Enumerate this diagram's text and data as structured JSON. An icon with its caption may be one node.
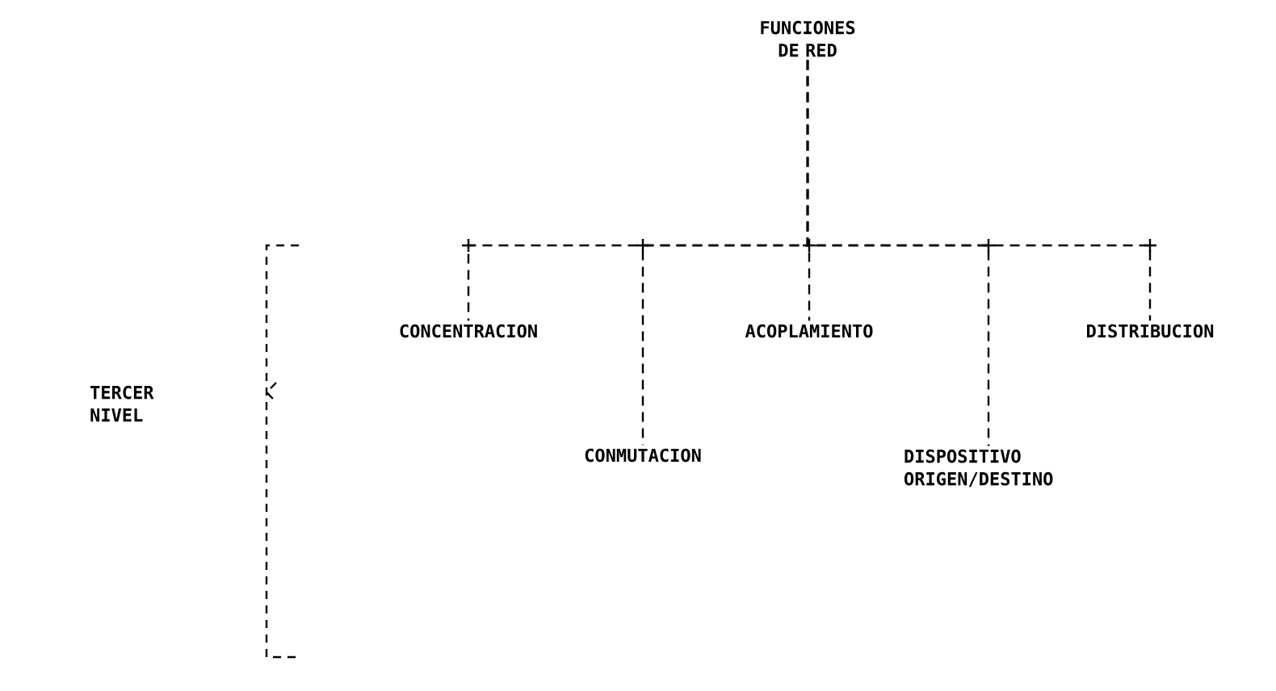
{
  "diagram": {
    "nodes": [
      {
        "text": [
          "FUNCIONES DE RED"
        ]
      },
      {
        "text": [
          "CONCENTRACION"
        ]
      },
      {
        "text": [
          "CONMUTACION"
        ]
      },
      {
        "text": [
          "ACOPLAMIENTO"
        ]
      },
      {
        "text": [
          "DISPOSITIVO ORIGEN/DESTINO"
        ]
      },
      {
        "text": [
          "DISTRIBUCION"
        ]
      }
    ],
    "edges": [
      {
        "from": 0,
        "to": 1,
        "arrow": "none",
        "style": "dashed"
      },
      {
        "from": 0,
        "to": 2,
        "arrow": "none",
        "style": "dashed"
      },
      {
        "from": 0,
        "to": 3,
        "arrow": "none",
        "style": "dashed"
      },
      {
        "from": 0,
        "to": 4,
        "arrow": "none",
        "style": "dashed"
      },
      {
        "from": 0,
        "to": 5,
        "arrow": "none",
        "style": "dashed"
      }
    ],
    "labels": [
      "TERCER NIVEL"
    ]
  }
}
